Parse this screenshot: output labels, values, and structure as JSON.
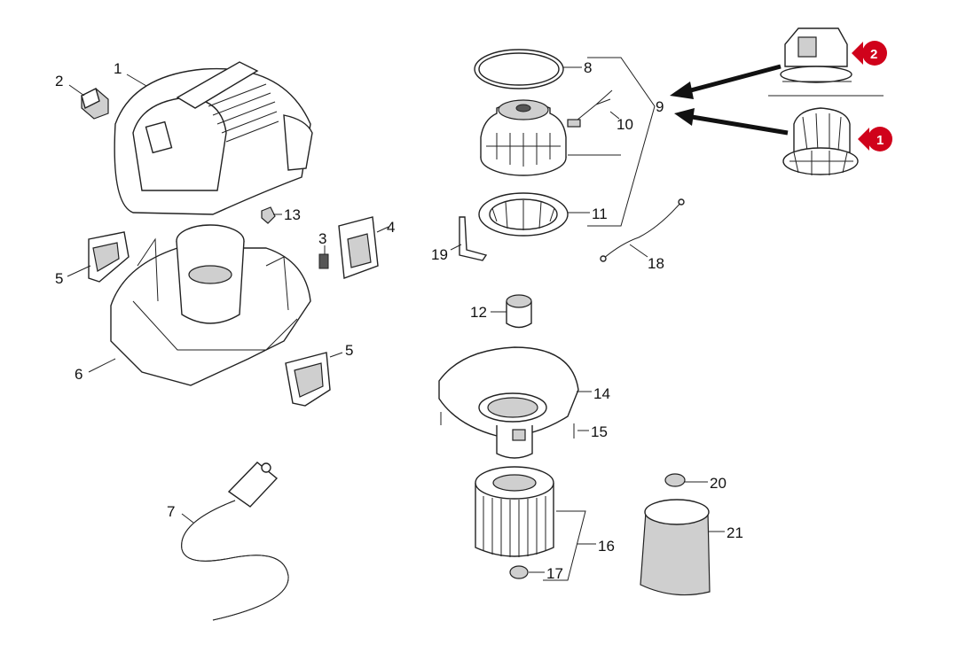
{
  "callouts": {
    "c1": "1",
    "c2": "2",
    "c3": "3",
    "c4": "4",
    "c5a": "5",
    "c5b": "5",
    "c6": "6",
    "c7": "7",
    "c8": "8",
    "c9": "9",
    "c10": "10",
    "c11": "11",
    "c12": "12",
    "c13": "13",
    "c14": "14",
    "c15": "15",
    "c16": "16",
    "c17": "17",
    "c18": "18",
    "c19": "19",
    "c20": "20",
    "c21": "21"
  },
  "variants": {
    "v1": "1",
    "v2": "2"
  },
  "colors": {
    "badge": "#d0021b",
    "line": "#222222",
    "shade": "#cfcfcf"
  }
}
